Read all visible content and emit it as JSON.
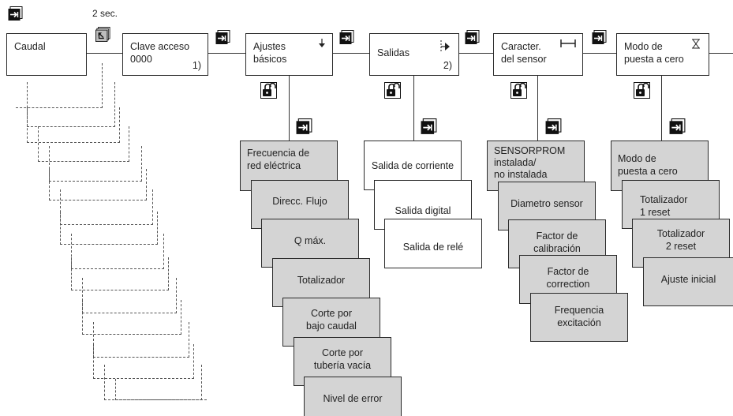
{
  "timing_note": "2 sec.",
  "top_row": [
    {
      "id": "caudal",
      "label": "Caudal"
    },
    {
      "id": "clave",
      "label": "Clave acceso\n0000",
      "footnote": "1)"
    },
    {
      "id": "ajustes",
      "label": "Ajustes\nbásicos",
      "symbol": "down-arrow-icon"
    },
    {
      "id": "salidas",
      "label": "Salidas",
      "footnote": "2)",
      "symbol": "output-arrow-icon"
    },
    {
      "id": "caracter",
      "label": "Caracter.\ndel sensor",
      "symbol": "measuring-span-icon"
    },
    {
      "id": "modo",
      "label": "Modo de\npuesta a cero",
      "symbol": "hourglass-icon"
    }
  ],
  "columns": {
    "ajustes": [
      "Frecuencia de\nred eléctrica",
      "Direcc. Flujo",
      "Q máx.",
      "Totalizador",
      "Corte por\nbajo caudal",
      "Corte por\ntubería vacía",
      "Nivel de error"
    ],
    "salidas": [
      "Salida de corriente",
      "Salida digital",
      "Salida de relé"
    ],
    "caracter": [
      "SENSORPROM\ninstalada/\nno instalada",
      "Diametro sensor",
      "Factor de\ncalibración",
      "Factor de\ncorrection",
      "Frequencia\nexcitación"
    ],
    "modo": [
      "Modo de\npuesta a cero",
      "Totalizador\n1 reset",
      "Totalizador\n2 reset",
      "Ajuste inicial"
    ]
  },
  "icons": {
    "enter": "enter-key-icon",
    "escape": "escape-key-icon",
    "lock": "padlock-icon"
  },
  "colors": {
    "box_fill": "#d4d4d4",
    "line": "#333333"
  }
}
